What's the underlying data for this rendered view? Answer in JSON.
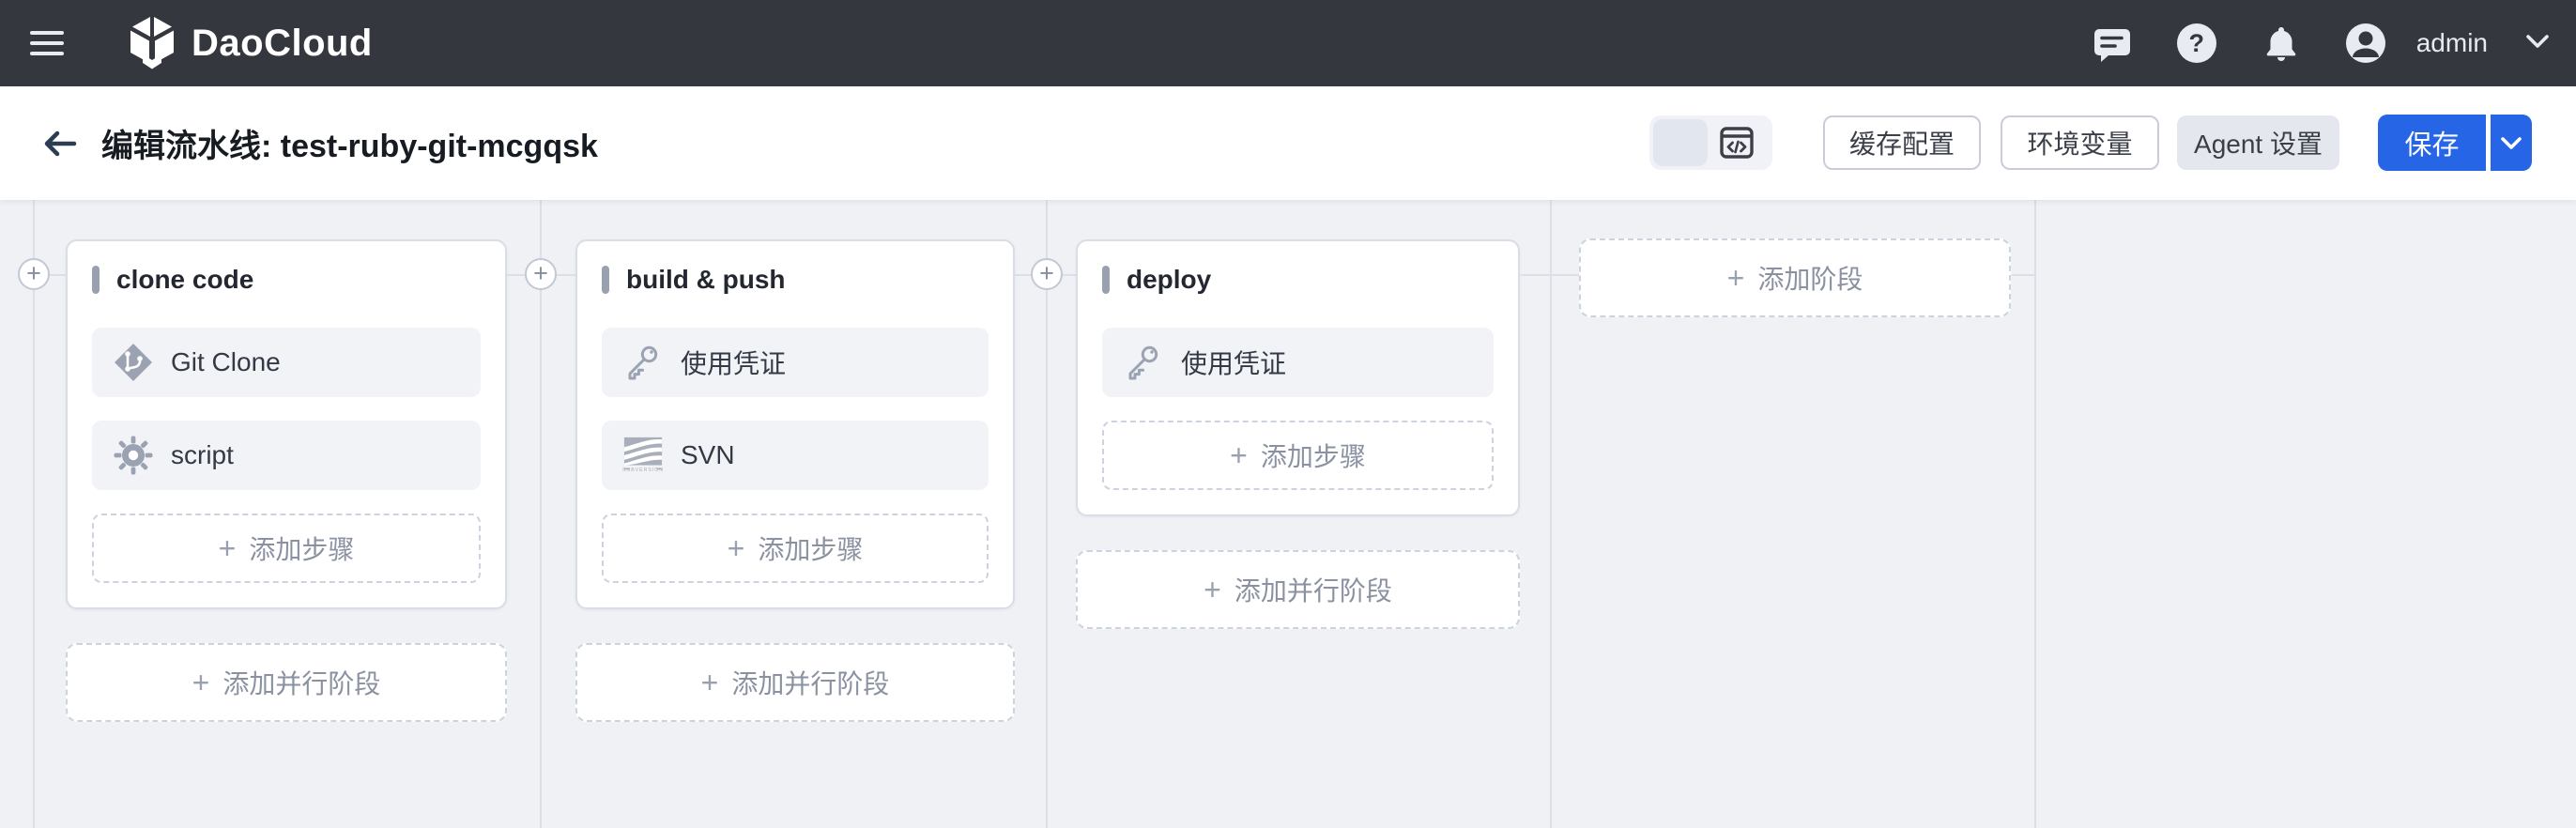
{
  "navbar": {
    "brand": "DaoCloud",
    "user": "admin",
    "help_glyph": "?"
  },
  "header": {
    "title": "编辑流水线: test-ruby-git-mcgqsk",
    "cache_button": "缓存配置",
    "env_button": "环境变量",
    "agent_button": "Agent 设置",
    "save_button": "保存"
  },
  "pipeline": {
    "plus_glyph": "+",
    "add_stage_label": "添加阶段",
    "svn_caption": "SUBVERSION",
    "stages": [
      {
        "name": "clone code",
        "add_step_label": "添加步骤",
        "add_parallel_label": "添加并行阶段",
        "steps": [
          {
            "icon": "git",
            "label": "Git Clone"
          },
          {
            "icon": "gear",
            "label": "script"
          }
        ]
      },
      {
        "name": "build & push",
        "add_step_label": "添加步骤",
        "add_parallel_label": "添加并行阶段",
        "steps": [
          {
            "icon": "key",
            "label": "使用凭证"
          },
          {
            "icon": "svn",
            "label": "SVN"
          }
        ]
      },
      {
        "name": "deploy",
        "add_step_label": "添加步骤",
        "add_parallel_label": "添加并行阶段",
        "steps": [
          {
            "icon": "key",
            "label": "使用凭证"
          }
        ]
      }
    ]
  },
  "colors": {
    "accent": "#2565e6",
    "navbar_bg": "#34373e"
  }
}
